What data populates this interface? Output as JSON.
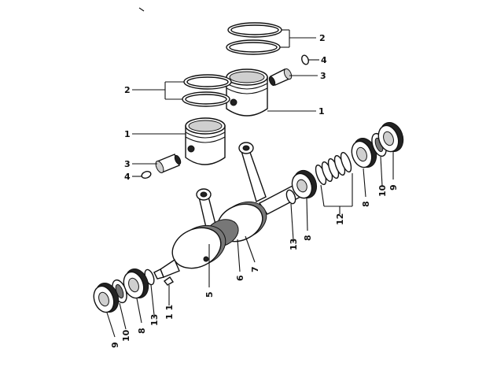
{
  "labels": {
    "piston_top": "1",
    "piston_left": "1",
    "rings_top": "2",
    "rings_left": "2",
    "pin_top": "3",
    "pin_left": "3",
    "clip_top": "4",
    "clip_left": "4",
    "rod_left": "5",
    "flywheel": "6",
    "rod_bearing": "7",
    "bearing_right_a": "8",
    "bearing_right_b": "8",
    "bearing_left": "8",
    "seal_right": "9",
    "seal_left": "9",
    "spacer_right": "10",
    "spacer_left": "10",
    "key": "1 1",
    "shims": "12",
    "washer_right": "13",
    "washer_left": "13"
  }
}
